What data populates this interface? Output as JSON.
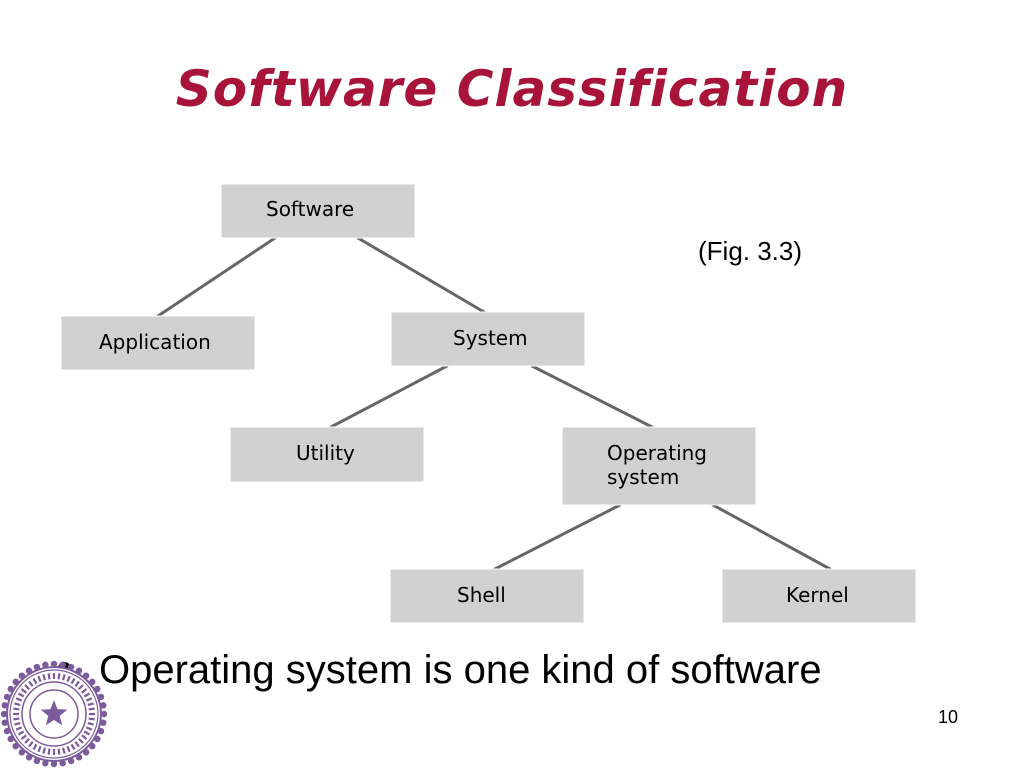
{
  "slide": {
    "title": "Software Classification",
    "figure_caption": "(Fig. 3.3)",
    "bullet": "Operating system is one kind of software",
    "page_number": "10"
  },
  "tree": {
    "nodes": [
      {
        "id": "software",
        "lines": [
          "Software"
        ]
      },
      {
        "id": "application",
        "lines": [
          "Application"
        ]
      },
      {
        "id": "system",
        "lines": [
          "System"
        ]
      },
      {
        "id": "utility",
        "lines": [
          "Utility"
        ]
      },
      {
        "id": "operating-system",
        "lines": [
          "Operating",
          "system"
        ]
      },
      {
        "id": "shell",
        "lines": [
          "Shell"
        ]
      },
      {
        "id": "kernel",
        "lines": [
          "Kernel"
        ]
      }
    ],
    "edges": [
      {
        "from": "software",
        "to": "application"
      },
      {
        "from": "software",
        "to": "system"
      },
      {
        "from": "system",
        "to": "utility"
      },
      {
        "from": "system",
        "to": "operating-system"
      },
      {
        "from": "operating-system",
        "to": "shell"
      },
      {
        "from": "operating-system",
        "to": "kernel"
      }
    ]
  },
  "colors": {
    "title": "#a8133a",
    "node_fill": "#d1d1d1",
    "edge": "#666666",
    "logo": "#7d5a9c"
  },
  "logo": {
    "icon": "university-seal-icon"
  }
}
